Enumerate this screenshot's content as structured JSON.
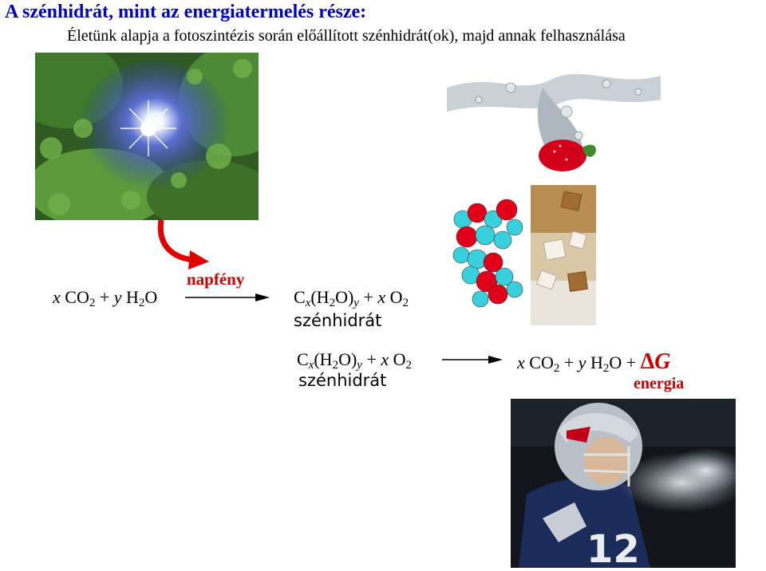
{
  "title": "A szénhidrát, mint az energiatermelés része:",
  "subtitle": "Életünk alapja a fotoszintézis során előállított szénhidrát(ok), majd annak felhasználása",
  "reaction1": {
    "reactants": {
      "x": "x",
      "co2": "CO",
      "co2_sub": "2",
      "plus1": "+",
      "y": "y",
      "h2o": "H",
      "h2o_sub": "2",
      "o": "O"
    },
    "arrow_label": "napfény",
    "products": {
      "c": "C",
      "x": "x",
      "paren_open": "(H",
      "h_sub": "2",
      "paren_close": "O)",
      "y": "y",
      "plus": "+",
      "x2": "x",
      "o2": "O",
      "o2_sub": "2"
    },
    "product_label": "szénhidrát"
  },
  "reaction2": {
    "reactants": {
      "c": "C",
      "x": "x",
      "paren_open": "(H",
      "h_sub": "2",
      "paren_close": "O)",
      "y": "y",
      "plus": "+",
      "x2": "x",
      "o2": "O",
      "o2_sub": "2"
    },
    "reactant_label": "szénhidrát",
    "products": {
      "x": "x",
      "co2": "CO",
      "co2_sub": "2",
      "plus1": "+",
      "y": "y",
      "h2o": "H",
      "h2o_sub": "2",
      "o": "O",
      "plus2": "+",
      "delta": "Δ",
      "g": "G"
    },
    "energy_label": "energia"
  },
  "colors": {
    "title": "#0000cc",
    "accent_red": "#cc0000"
  },
  "images": [
    "sunlight-through-leaves-photo",
    "strawberry-splash-photo",
    "glucose-molecule-model",
    "sugar-cubes-photo",
    "football-player-breath-photo"
  ]
}
